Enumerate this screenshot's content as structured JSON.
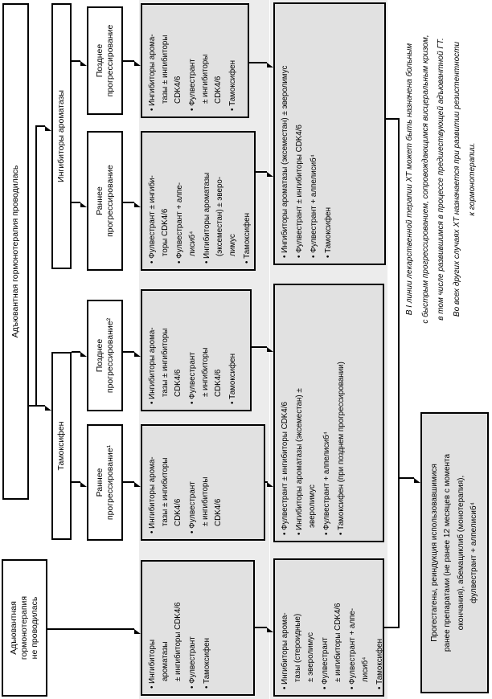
{
  "colors": {
    "box_fill": "#e1e1e1",
    "band_fill": "#ececec",
    "border": "#000000",
    "line": "#000000"
  },
  "flow": {
    "adjuvant_done": "Адъювантная гормонотерапия проводилась",
    "adjuvant_not_done": "Адъювантная\nгормонотерапия\nне проводилась",
    "tamoxifen_branch": "Тамоксифен",
    "ai_branch": "Ингибиторы ароматазы",
    "prog_tam_early": "Раннее\nпрогрессирование¹",
    "prog_tam_late": "Позднее\nпрогрессирование²",
    "prog_ai_early": "Раннее\nпрогрессирование",
    "prog_ai_late": "Позднее\nпрогрессирование",
    "first_line_no_adjuvant": [
      "• Ингибиторы\nароматазы\n± ингибиторы CDK4/6",
      "• Фулвестрант",
      "• Тамоксифен"
    ],
    "first_line_tam_early": [
      "• Ингибиторы арома-\nтазы ± ингибиторы\nCDK4/6",
      "• Фулвестрант\n± ингибиторы\nCDK4/6"
    ],
    "first_line_tam_late": [
      "• Ингибиторы арома-\nтазы ± ингибиторы\nCDK4/6",
      "• Фулвестрант\n± ингибиторы\nCDK4/6",
      "• Тамоксифен"
    ],
    "first_line_ai_early": [
      "• Фулвестрант ± ингиби-\nторы CDK4/6",
      "• Фулвестрант + алпе-\nлисиб⁴",
      "• Ингибиторы ароматазы\n(эксеместан) ± эверо-\nлимус",
      "• Тамоксифен"
    ],
    "first_line_ai_late": [
      "• Ингибиторы арома-\nтазы ± ингибиторы\nCDK4/6",
      "• Фулвестрант\n± ингибиторы\nCDK4/6",
      "• Тамоксифен"
    ],
    "second_line_no_adjuvant": [
      "• Ингибиторы арома-\nтазы (стероидные)\n± эверолимус",
      "• Фулвестрант\n± ингибиторы CDK4/6",
      "• Фулвестрант + алпе-\nлисиб⁴",
      "• Тамоксифен"
    ],
    "second_line_tam": [
      "• Фулвестрант ± ингибиторы CDK4/6",
      "• Ингибиторы ароматазы (эксеместан) ±\nэверолимус",
      "• Фулвестрант + алпелисиб⁴",
      "• Тамоксифен (при позднем прогрессировании)"
    ],
    "second_line_ai": [
      "• Ингибиторы ароматазы (эксеместан) ± эверолимус",
      "• Фулвестрант ± ингибиторы CDK4/6",
      "• Фулвестрант + алпелисиб⁴",
      "• Тамоксифен"
    ],
    "progestins_box": "Прогестагены, реиндукция использовавшимися\nранее препаратами (не ранее 12 месяцев с момента\nокончания), абемациклиб (монотерапия),\nфулвестрант + алпелисиб⁴",
    "chemo_note": "В I линии лекарственной терапии ХТ может быть назначена больным\nс быстрым прогрессированием, сопровождающимся висцеральным кризом,\nв том числе развившимся в процессе предшествующей адъювантной ГТ.\nВо всех других случаях ХТ назначается при развитии резистентности\nк гормонотерапии."
  }
}
